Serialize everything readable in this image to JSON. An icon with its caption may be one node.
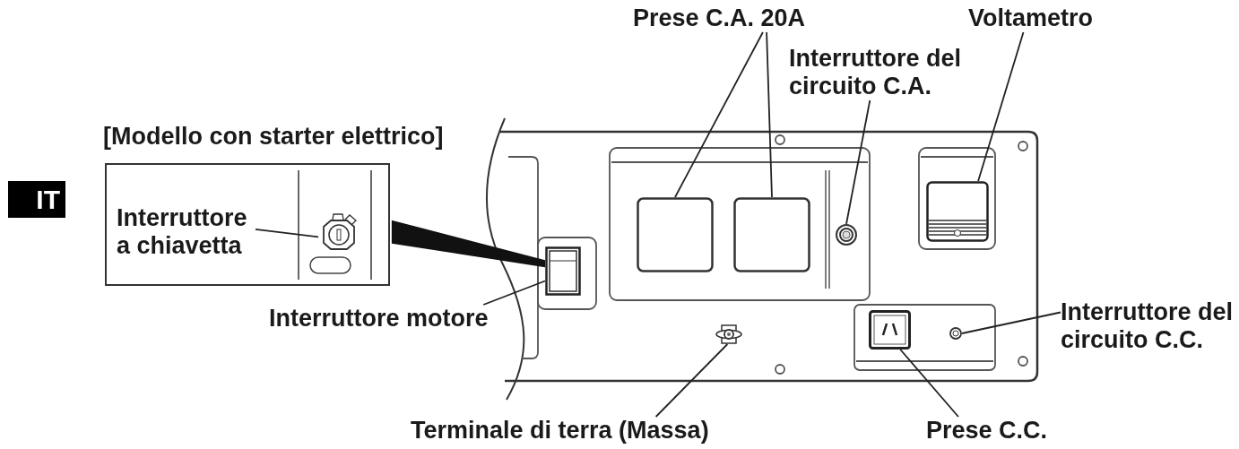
{
  "diagram": {
    "nodes": [
      {
        "text": [
          "Prese C.A. 20A"
        ]
      },
      {
        "text": [
          "Interruttore del circuito C.A."
        ]
      },
      {
        "text": [
          "Voltametro"
        ]
      },
      {
        "text": [
          "[Modello con starter elettrico]"
        ]
      },
      {
        "text": [
          "Interruttore a chiavetta"
        ],
        "in": 3
      },
      {
        "text": [],
        "shape": "circle",
        "in": 3
      },
      {
        "text": [
          "Interruttore motore"
        ]
      },
      {
        "text": [
          "Interruttore del circuito C.C."
        ]
      },
      {
        "text": [
          "Terminale di terra (Massa)"
        ]
      },
      {
        "text": [
          "Prese C.C."
        ]
      },
      {
        "text": [],
        "shape": "box"
      },
      {
        "text": [],
        "shape": "box",
        "in": 10
      },
      {
        "text": [],
        "shape": "box",
        "in": 10
      },
      {
        "text": [],
        "shape": "circle",
        "in": 10
      },
      {
        "text": [],
        "shape": "box",
        "in": 10
      },
      {
        "text": [],
        "shape": "box",
        "in": 10
      },
      {
        "text": [],
        "shape": "circle",
        "in": 10
      },
      {
        "text": [],
        "shape": "box",
        "in": 10
      },
      {
        "text": [],
        "shape": "circle",
        "in": 10
      }
    ],
    "edges": [
      {
        "from": 0,
        "to": 11,
        "arrow": "none"
      },
      {
        "from": 0,
        "to": 12,
        "arrow": "none"
      },
      {
        "from": 1,
        "to": 13,
        "arrow": "none"
      },
      {
        "from": 2,
        "to": 14,
        "arrow": "none"
      },
      {
        "from": 4,
        "to": 5,
        "arrow": "none"
      },
      {
        "from": 6,
        "to": 15,
        "arrow": "none"
      },
      {
        "from": 7,
        "to": 18,
        "arrow": "none"
      },
      {
        "from": 8,
        "to": 16,
        "arrow": "none"
      },
      {
        "from": 9,
        "to": 17,
        "arrow": "none"
      },
      {
        "from": 3,
        "to": 15,
        "arrow": "none",
        "style": "thick"
      }
    ],
    "labels": [
      "IT"
    ]
  }
}
